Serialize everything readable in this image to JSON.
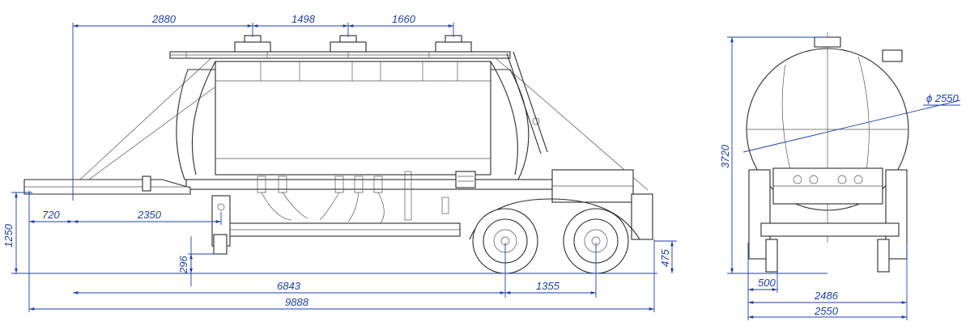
{
  "side_view": {
    "dimensions": {
      "d2880": "2880",
      "d1498": "1498",
      "d1660": "1660",
      "d720": "720",
      "d2350": "2350",
      "d1250": "1250",
      "d296": "296",
      "d475": "475",
      "d6843": "6843",
      "d1355": "1355",
      "d9888": "9888"
    }
  },
  "rear_view": {
    "dimensions": {
      "diameter": "ϕ 2550",
      "d3720": "3720",
      "d500": "500",
      "d2486": "2486",
      "d2550": "2550"
    }
  },
  "colors": {
    "dimension_blue": "#1f3fa8",
    "line_black": "#2b2b2b"
  }
}
